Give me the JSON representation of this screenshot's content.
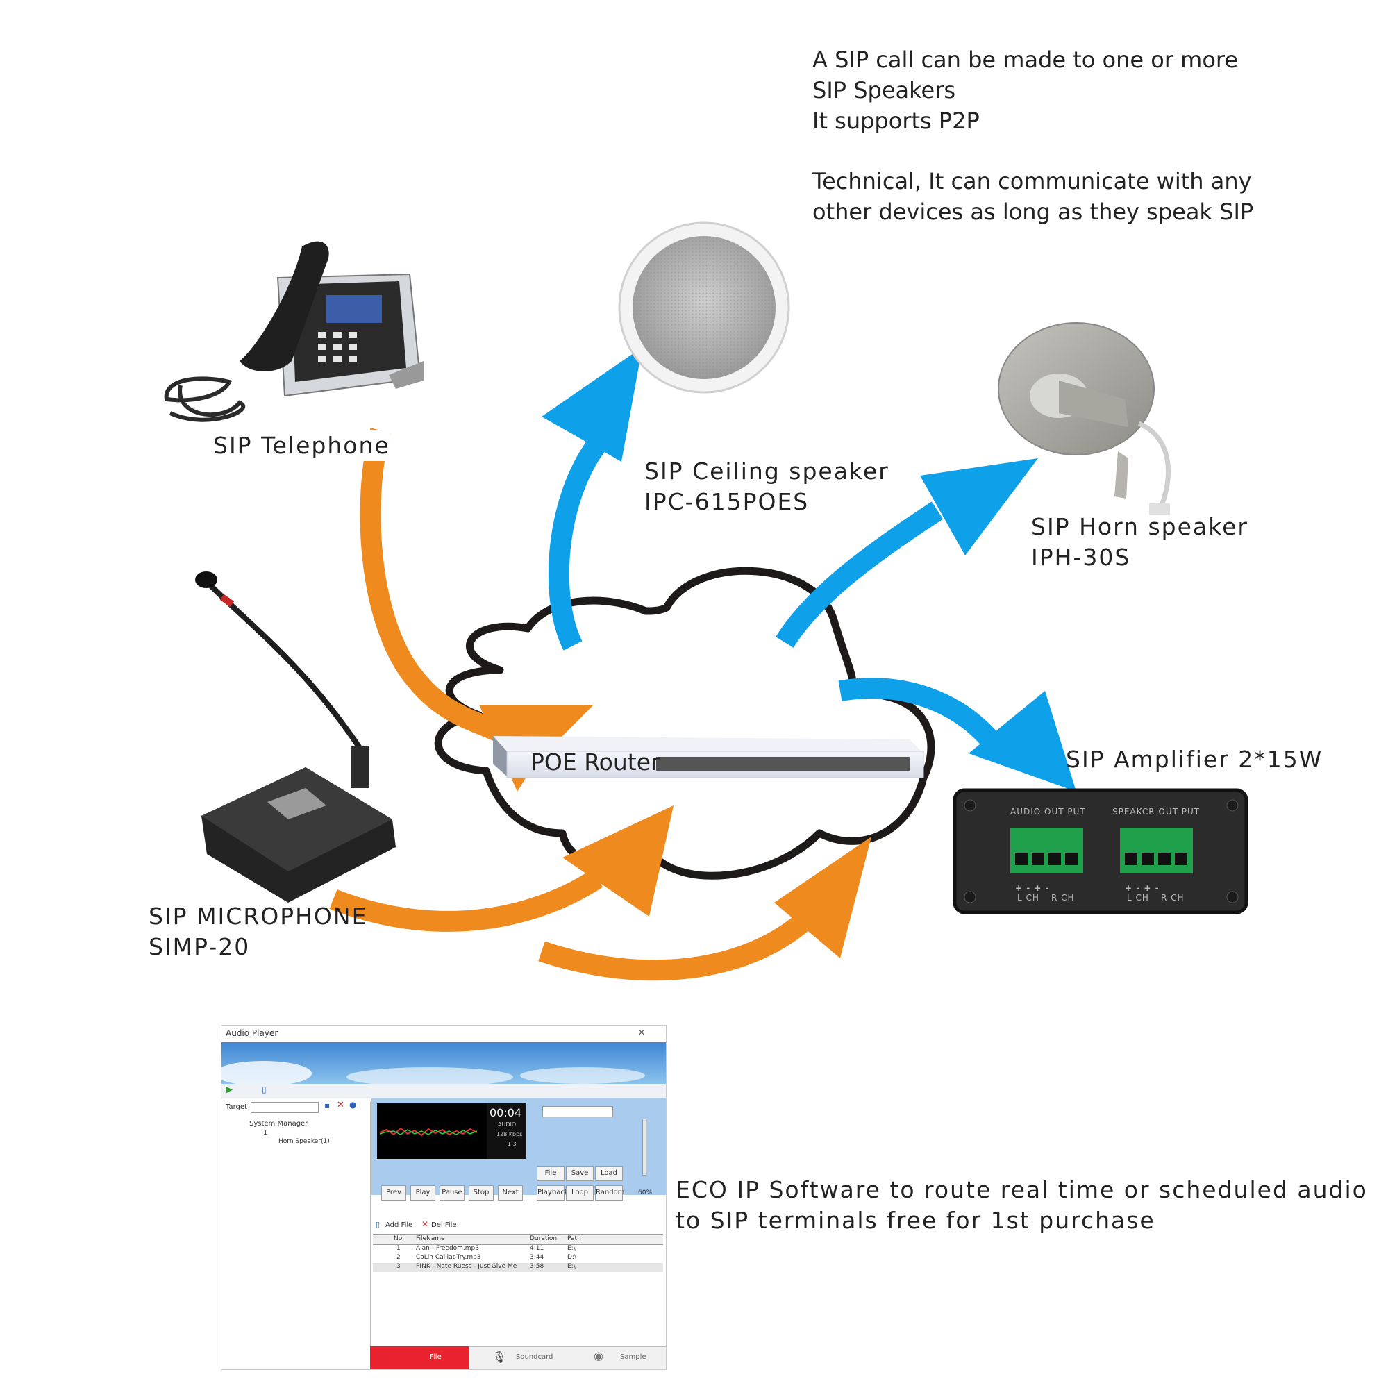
{
  "notes": {
    "line1": "A SIP call can be made to one  or more",
    "line2": "SIP Speakers",
    "line3": "It supports P2P",
    "line4": "Technical, It can communicate with any",
    "line5": "other devices as long as they speak SIP"
  },
  "devices": {
    "telephone": "SIP Telephone",
    "ceiling_line1": "SIP Ceiling speaker",
    "ceiling_line2": "IPC-615POES",
    "horn_line1": "SIP Horn speaker",
    "horn_line2": "IPH-30S",
    "microphone_line1": "SIP MICROPHONE",
    "microphone_line2": "SIMP-20",
    "router": "POE Router",
    "amplifier": "SIP Amplifier 2*15W"
  },
  "amplifier_panel": {
    "audio_out": "AUDIO OUT PUT",
    "speaker_out": "SPEAKCR OUT PUT",
    "pins": "+  -  +  -",
    "lch": "L CH",
    "rch": "R CH"
  },
  "software_caption": {
    "line1": "ECO IP Software to route real time or scheduled audio",
    "line2": "to SIP terminals  free for 1st purchase"
  },
  "software_window": {
    "title": "Audio Player",
    "target_label": "Target",
    "tree_root": "System Manager",
    "tree_child": "1",
    "tree_leaf": "Horn Speaker(1)",
    "time": "00:04",
    "info1": "AUDIO",
    "info2": "128 Kbps",
    "info3": "1.3",
    "buttons": [
      "Prev",
      "Play",
      "Pause",
      "Stop",
      "Next"
    ],
    "right_buttons_row1": [
      "File",
      "Save",
      "Load"
    ],
    "right_buttons_row2": [
      "Playback",
      "Loop",
      "Random"
    ],
    "volume": "60%",
    "add_file": "Add File",
    "del_file": "Del File",
    "columns": [
      "No",
      "FileName",
      "Duration",
      "Path"
    ],
    "rows": [
      [
        "1",
        "Alan - Freedom.mp3",
        "4:11",
        "E:\\"
      ],
      [
        "2",
        "CoLin Caillat-Try.mp3",
        "3:44",
        "D:\\"
      ],
      [
        "3",
        "PINK - Nate Ruess - Just Give Me",
        "3:58",
        "E:\\"
      ]
    ],
    "tabs": [
      "File",
      "Soundcard",
      "Sample"
    ]
  },
  "colors": {
    "orange_arrow": "#ef8a1f",
    "blue_arrow": "#0ea0e8",
    "cloud_outline": "#1e1a1a",
    "router_body": "#e9ecf3",
    "amplifier_body": "#2b2b2b",
    "terminal_green": "#1fa04a"
  }
}
